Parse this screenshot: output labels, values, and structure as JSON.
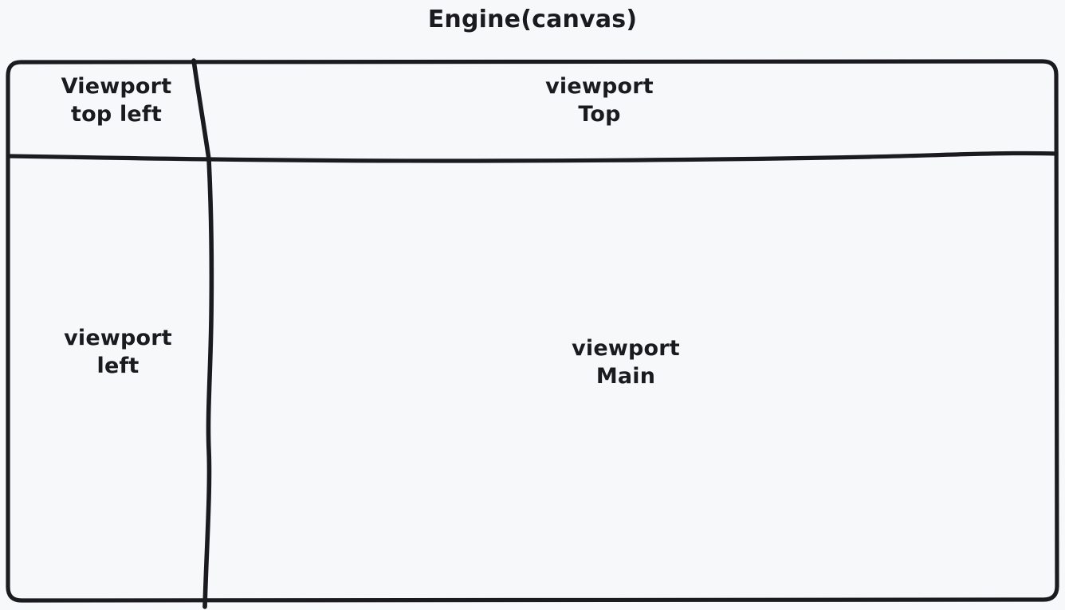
{
  "diagram": {
    "title": "Engine(canvas)",
    "style": "hand-drawn sketch",
    "background_color": "#f7f8fa",
    "stroke_color": "#1b1b1f",
    "text_color": "#1b1b1f"
  },
  "regions": [
    {
      "name": "viewport-top-left",
      "label": "Viewport\ntop left",
      "position": "top-left"
    },
    {
      "name": "viewport-top",
      "label": "viewport\nTop",
      "position": "top-right"
    },
    {
      "name": "viewport-left",
      "label": "viewport\nleft",
      "position": "bottom-left"
    },
    {
      "name": "viewport-main",
      "label": "viewport\nMain",
      "position": "bottom-right"
    }
  ]
}
